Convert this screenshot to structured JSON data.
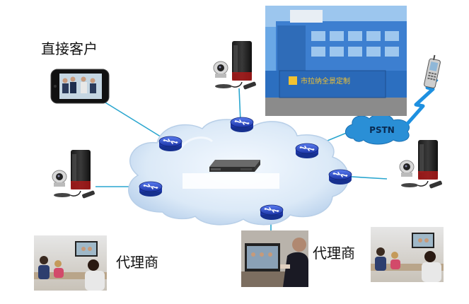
{
  "labels": {
    "direct_customer": "直接客户",
    "agent_left": "代理商",
    "agent_right": "代理商",
    "pstn": "PSTN",
    "building_sign": "市拉纳全景定制"
  },
  "colors": {
    "cloud_fill": "#dbe9f7",
    "cloud_edge": "#b8cfe8",
    "router": "#2b4fd6",
    "link": "#2aa6cf",
    "pstn_cloud": "#2a8fd6",
    "building": "#3d7fd0",
    "sky": "#6aa8e6"
  },
  "icons": {
    "router": "router-icon",
    "server": "rack-server-icon",
    "codec": "video-conference-terminal-icon",
    "phone": "mobile-phone-icon",
    "lightning": "lightning-link-icon"
  }
}
